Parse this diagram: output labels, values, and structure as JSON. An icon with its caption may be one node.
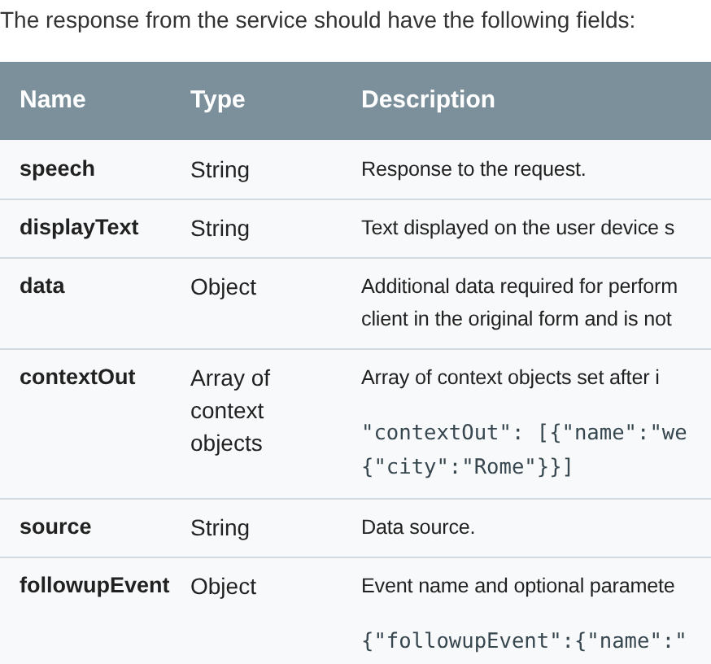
{
  "diagram": {
    "labels": [
      "The response from the service should have the following fields:",
      "Name",
      "Type",
      "Description",
      "speech",
      "String",
      "Response to the request.",
      "displayText",
      "String",
      "Text displayed on the user device s",
      "data",
      "Object",
      "Additional data required for perform",
      "client in the original form and is not",
      "contextOut",
      "Array of context objects",
      "Array of context objects set after i",
      "\"contextOut\": [{\"name\":\"we",
      "{\"city\":\"Rome\"}}]",
      "source",
      "String",
      "Data source.",
      "followupEvent",
      "Object",
      "Event name and optional paramete",
      "{\"followupEvent\":{\"name\":\""
    ]
  }
}
